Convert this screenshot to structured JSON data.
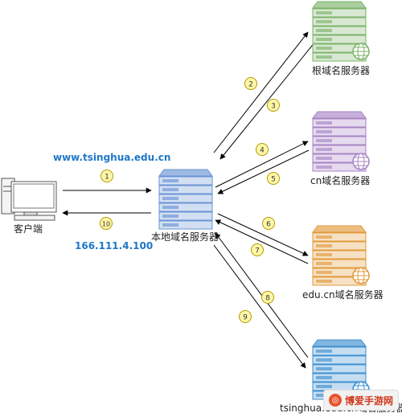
{
  "nodes": {
    "client": "客户端",
    "local": "本地域名服务器",
    "root": "根域名服务器",
    "cn": "cn域名服务器",
    "edu": "edu.cn域名服务器",
    "tsinghua": "tsinghua.edu.cn域名服务器"
  },
  "query_domain": "www.tsinghua.edu.cn",
  "answer_ip": "166.111.4.100",
  "steps": [
    "1",
    "2",
    "3",
    "4",
    "5",
    "6",
    "7",
    "8",
    "9",
    "10"
  ],
  "watermark": "博爱手游网",
  "colors": {
    "local": "#6a93d4",
    "root": "#7cb36a",
    "cn": "#a784c5",
    "edu": "#e19a3b",
    "tsinghua": "#3d8fcf",
    "badge": "#fff7a8",
    "badge_border": "#b29a00",
    "text_blue": "#1f77c8"
  },
  "icons": [
    "computer-icon",
    "server-icon",
    "globe-icon"
  ]
}
